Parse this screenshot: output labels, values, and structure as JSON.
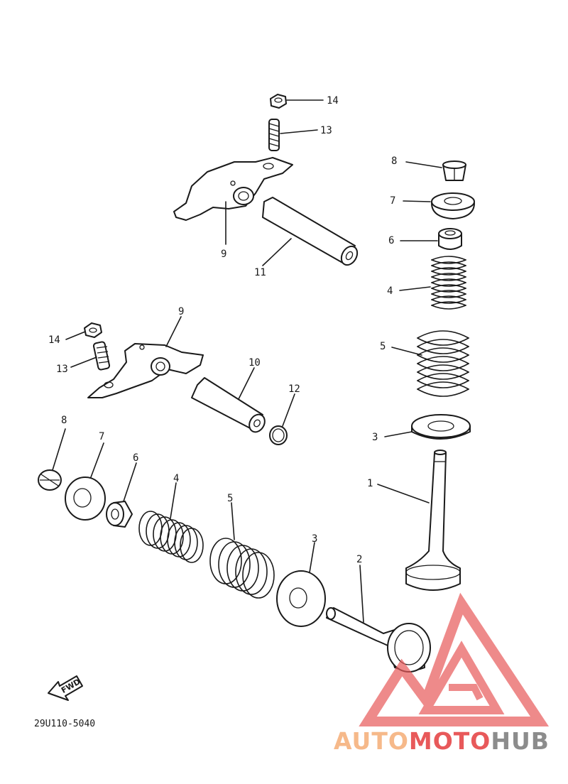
{
  "diagram": {
    "callouts_top_assembly": [
      "14",
      "13",
      "9",
      "11"
    ],
    "callouts_right_column": [
      "8",
      "7",
      "6",
      "4",
      "5",
      "3",
      "1"
    ],
    "callouts_middle_assembly": [
      "9",
      "14",
      "13",
      "10",
      "12"
    ],
    "callouts_bottom_row": [
      "8",
      "7",
      "6",
      "4",
      "5",
      "3",
      "2"
    ],
    "part_code": "29U110-5040",
    "fwd_label": "FWD"
  },
  "watermark": {
    "part1": "AUTO",
    "part2": "MOTO",
    "part3": "HUB",
    "color_light": "#f6b98a",
    "color_red": "#e8595a",
    "color_gray": "#8c8c8c"
  }
}
